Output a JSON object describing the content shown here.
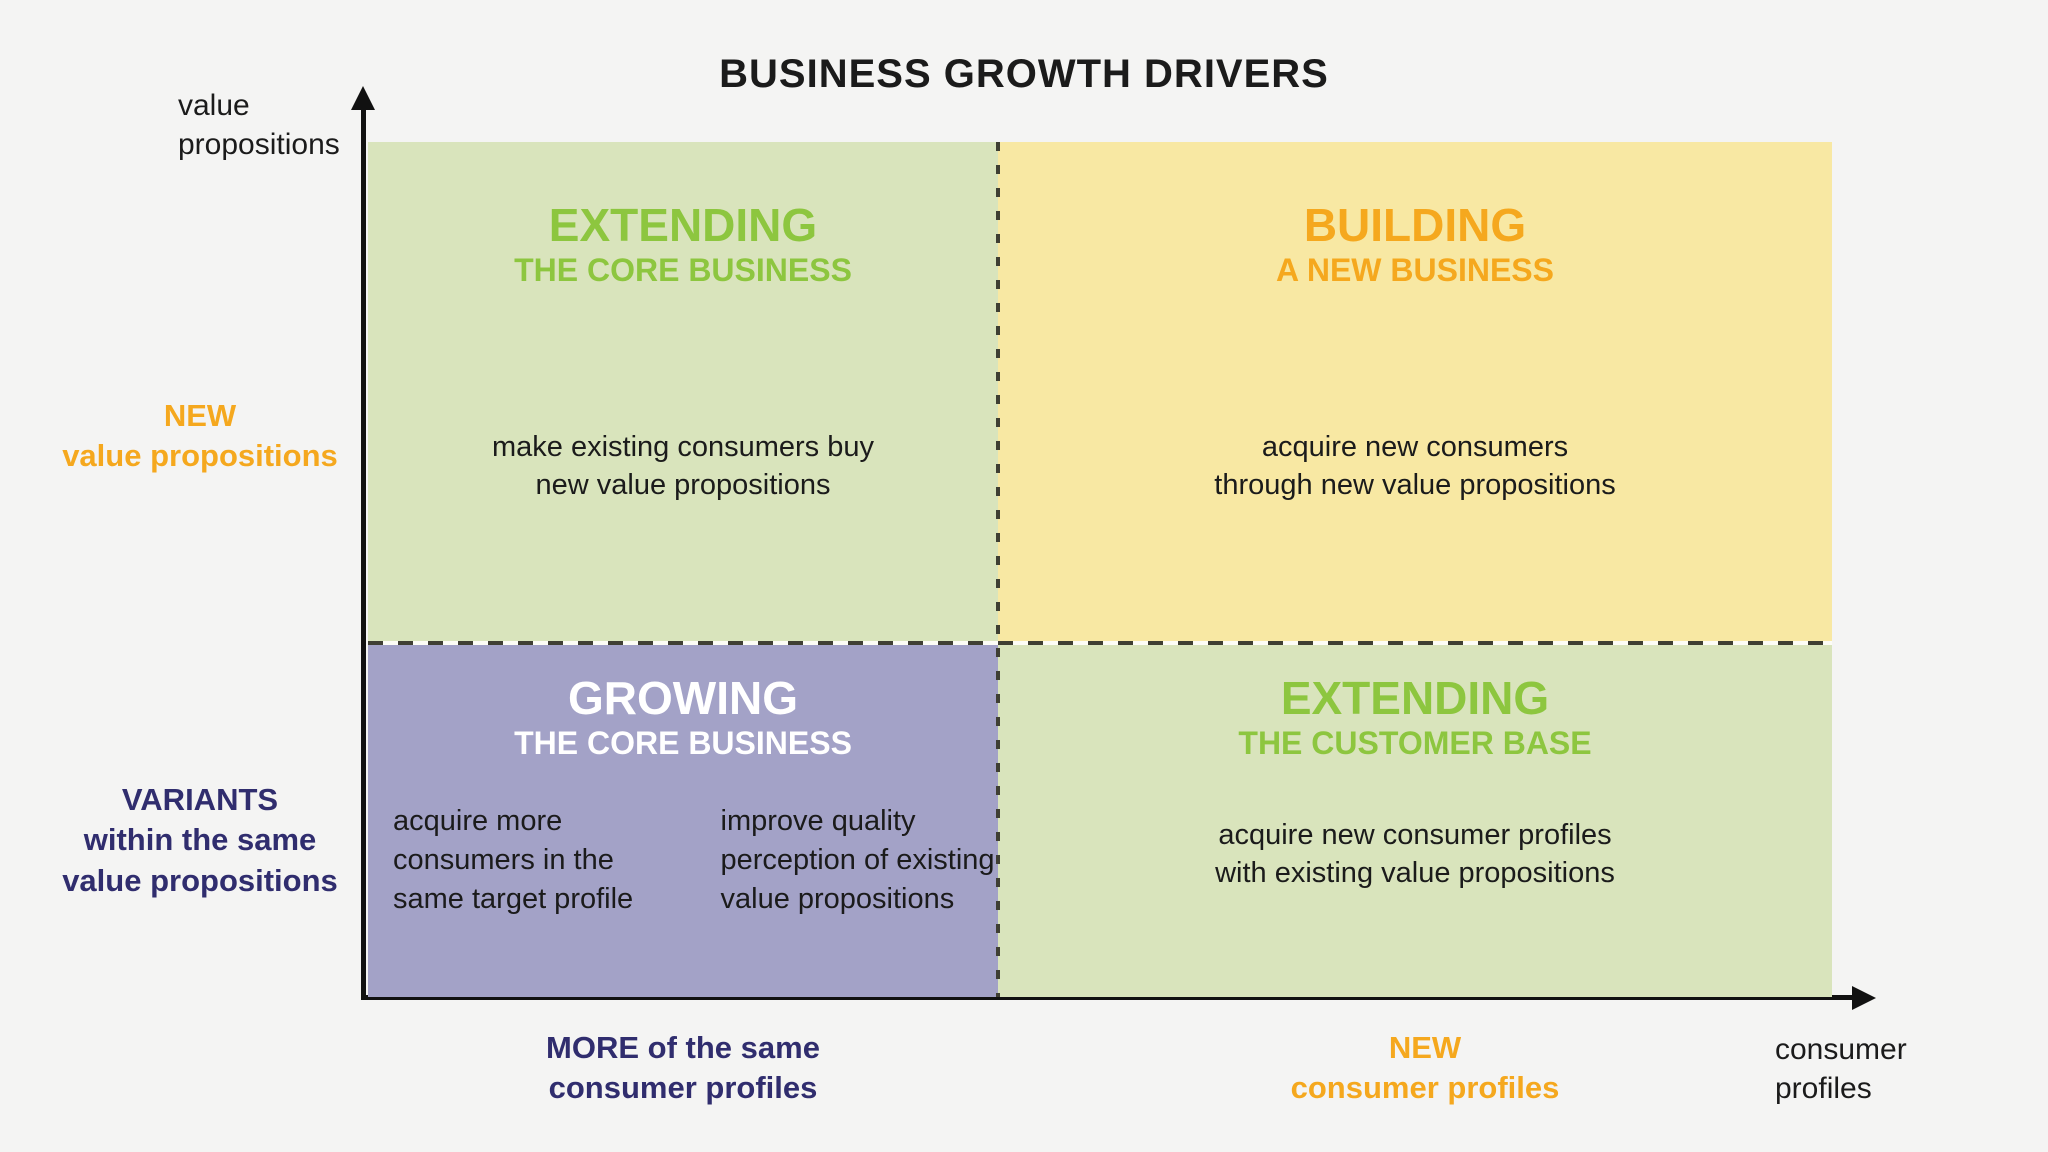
{
  "title": "BUSINESS GROWTH DRIVERS",
  "colors": {
    "background": "#f4f4f3",
    "green_fill": "#d9e4bc",
    "yellow_fill": "#f8e8a3",
    "purple_fill": "#a3a2c7",
    "green_text": "#8dc63f",
    "orange_text": "#f5a81e",
    "navy_text": "#302d6e",
    "black_text": "#1b1b1b",
    "white_text": "#ffffff",
    "axis": "#111111",
    "dash": "#3f3f33"
  },
  "y_axis": {
    "title_line1": "value",
    "title_line2": "propositions",
    "upper_label_line1": "NEW",
    "upper_label_line2": "value propositions",
    "lower_label_line1": "VARIANTS",
    "lower_label_line2": "within the same",
    "lower_label_line3": "value propositions"
  },
  "x_axis": {
    "title_line1": "consumer",
    "title_line2": "profiles",
    "left_label_line1": "MORE of the same",
    "left_label_line2": "consumer profiles",
    "right_label_line1": "NEW",
    "right_label_line2": "consumer profiles"
  },
  "quadrants": {
    "top_left": {
      "title": "EXTENDING",
      "subtitle": "THE CORE BUSINESS",
      "body_line1": "make existing consumers buy",
      "body_line2": "new value propositions"
    },
    "top_right": {
      "title": "BUILDING",
      "subtitle": "A NEW BUSINESS",
      "body_line1": "acquire new consumers",
      "body_line2": "through new value propositions"
    },
    "bottom_left": {
      "title": "GROWING",
      "subtitle": "THE CORE BUSINESS",
      "col1_line1": "acquire more",
      "col1_line2": "consumers in the",
      "col1_line3": "same target profile",
      "col2_line1": "improve quality",
      "col2_line2": "perception of existing",
      "col2_line3": "value propositions"
    },
    "bottom_right": {
      "title": "EXTENDING",
      "subtitle": "THE CUSTOMER BASE",
      "body_line1": "acquire new consumer profiles",
      "body_line2": "with existing value propositions"
    }
  }
}
